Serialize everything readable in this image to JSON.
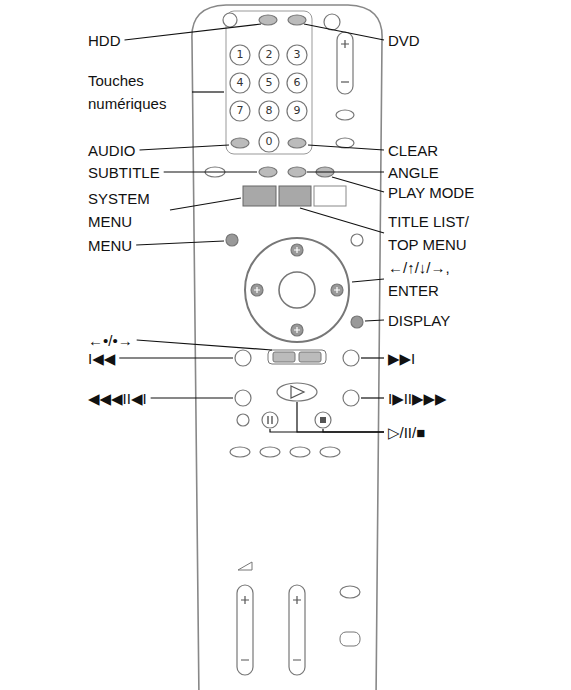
{
  "diagram": {
    "labels": [
      "HDD",
      "DVD",
      "Touches numériques",
      "1",
      "2",
      "3",
      "4",
      "5",
      "6",
      "7",
      "8",
      "9",
      "0",
      "AUDIO",
      "CLEAR",
      "SUBTITLE",
      "ANGLE",
      "PLAY MODE",
      "SYSTEM MENU",
      "TITLE LIST/ TOP MENU",
      "MENU",
      "←/↑/↓/→, ENTER",
      "DISPLAY",
      "←•/•→",
      "I◀◀",
      "▶▶I",
      "◀◀◀II◀I",
      "I▶II▶▶▶",
      "▷/II/■"
    ]
  }
}
